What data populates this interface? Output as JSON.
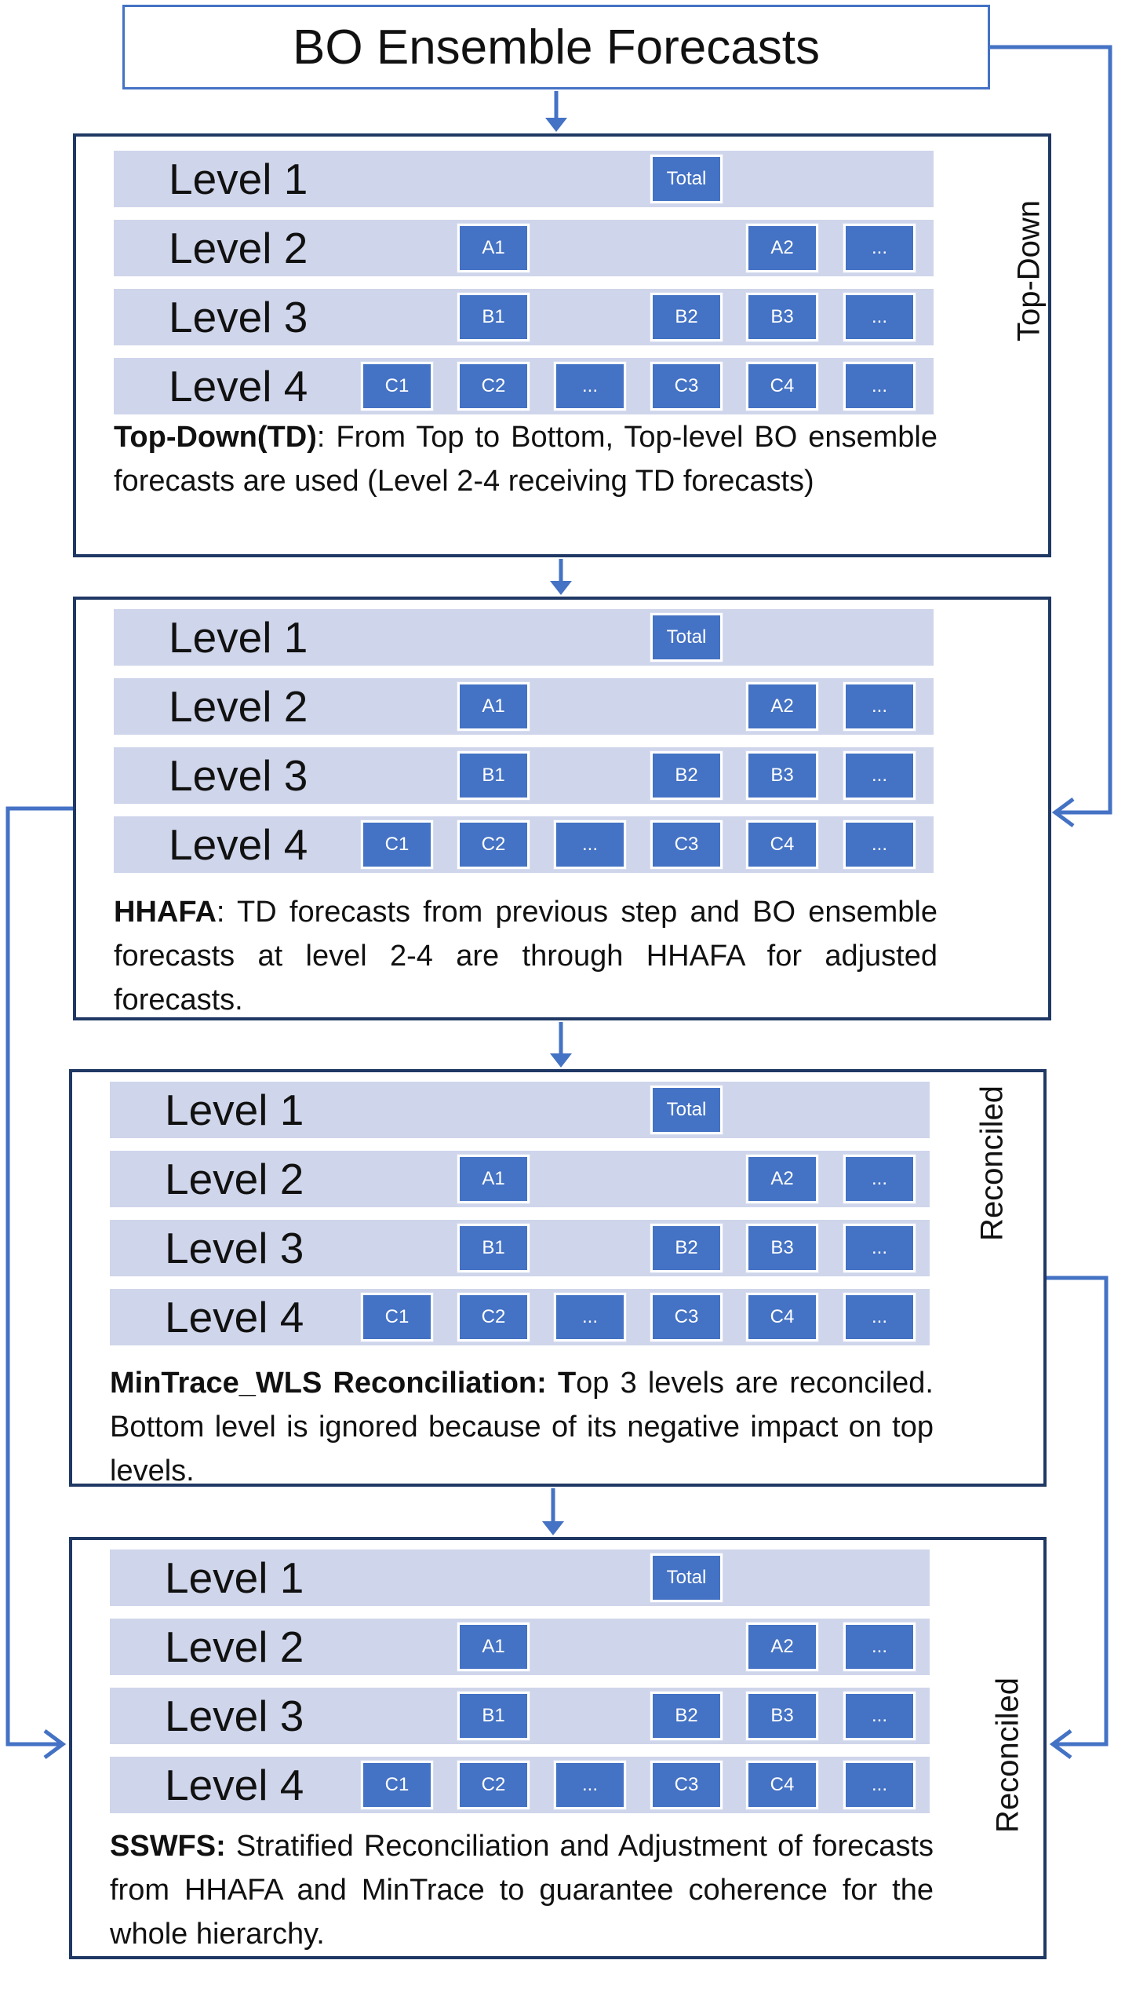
{
  "title": "BO Ensemble Forecasts",
  "levels": [
    "Level 1",
    "Level 2",
    "Level 3",
    "Level 4"
  ],
  "nodes": {
    "total": "Total",
    "a1": "A1",
    "a2": "A2",
    "a_more": "...",
    "b1": "B1",
    "b2": "B2",
    "b3": "B3",
    "b_more": "...",
    "c1": "C1",
    "c2": "C2",
    "c_more1": "...",
    "c3": "C3",
    "c4": "C4",
    "c_more2": "..."
  },
  "panels": [
    {
      "caption_bold": "Top-Down(TD)",
      "caption_rest": ": From Top to Bottom, Top-level BO ensemble forecasts are used (Level 2-4 receiving TD forecasts)",
      "side_label": "Top-Down"
    },
    {
      "caption_bold": "HHAFA",
      "caption_rest": ": TD forecasts from previous step and BO ensemble forecasts at level 2-4 are through HHAFA for adjusted forecasts.",
      "side_label": ""
    },
    {
      "caption_bold": "MinTrace_WLS Reconciliation: T",
      "caption_rest": "op 3 levels are reconciled. Bottom level is ignored because of its negative impact on top levels.",
      "side_label": "Reconciled"
    },
    {
      "caption_bold": "SSWFS:",
      "caption_rest": " Stratified Reconciliation and Adjustment of forecasts from HHAFA and MinTrace to guarantee coherence for the whole hierarchy.",
      "side_label": "Reconciled"
    }
  ],
  "colors": {
    "accent": "#4472c4",
    "panel_border": "#1f3864",
    "band": "#cfd5ea"
  },
  "icons": [
    "down-arrow-icon",
    "curved-arrows-icon",
    "double-headed-arrow-icon"
  ]
}
